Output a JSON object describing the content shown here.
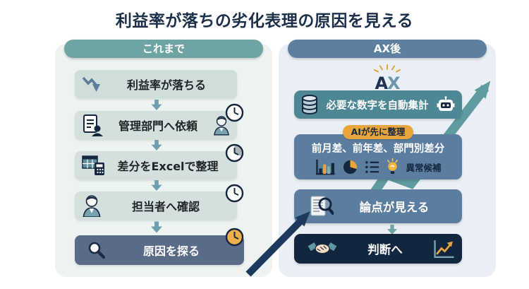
{
  "title": "利益率が落ちの劣化表理の原因を見える",
  "left": {
    "header": "これまで",
    "steps": [
      {
        "label": "利益率が落ちる",
        "icon": "trend-down-icon"
      },
      {
        "label": "管理部門へ依頼",
        "icon": "document-person-icon",
        "time_badge": "clock"
      },
      {
        "label": "差分をExcelで整理",
        "icon": "spreadsheet-calculator-icon",
        "time_badge": "clock"
      },
      {
        "label": "担当者へ確認",
        "icon": "person-icon",
        "time_badge": "clock"
      },
      {
        "label": "原因を探る",
        "icon": "magnifier-icon",
        "time_badge": "clock-orange"
      }
    ]
  },
  "right": {
    "header": "AX後",
    "logo_a": "A",
    "logo_x": "X",
    "auto_label": "必要な数字を自動集計",
    "ai_badge": "AIが先に整理",
    "diff_title": "前月差、前年差、部門別差分",
    "anomaly_label": "異常候補",
    "insight_label": "論点が見える",
    "decision_label": "判断へ"
  },
  "colors": {
    "title_text": "#1b2f4a",
    "left_panel_bg": "#ecf3f0",
    "right_panel_bg": "#e9eff4",
    "left_header_bg": "#6ea4a1",
    "right_header_bg": "#5d80a0",
    "light_step_bg": "#d4e0dd",
    "dark_step_bg": "#5a6b88",
    "teal_box_bg": "#4d8793",
    "blue_box_bg": "#5b7ea0",
    "navy_box_bg": "#12273f",
    "ai_badge_bg": "#e8a53e",
    "teal_arrow": "#5f9ba0",
    "navy_arrow": "#1d3a5e",
    "accent_orange": "#e8a53e"
  }
}
